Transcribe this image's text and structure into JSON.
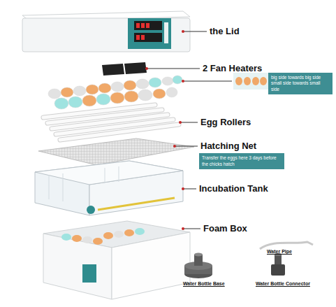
{
  "diagram": {
    "nodes": [
      {
        "text": [
          "big side towards big side small side towards small side"
        ]
      },
      {
        "text": [
          "Transfer the eggs here 3 days before the chicks hatch"
        ]
      }
    ],
    "labels": [
      "the Lid",
      "2 Fan Heaters",
      "Egg Rollers",
      "Hatching Net",
      "Incubation Tank",
      "Foam Box",
      "Water Pipe",
      "Water Bottle Base",
      "Water Bottle Connector"
    ]
  }
}
